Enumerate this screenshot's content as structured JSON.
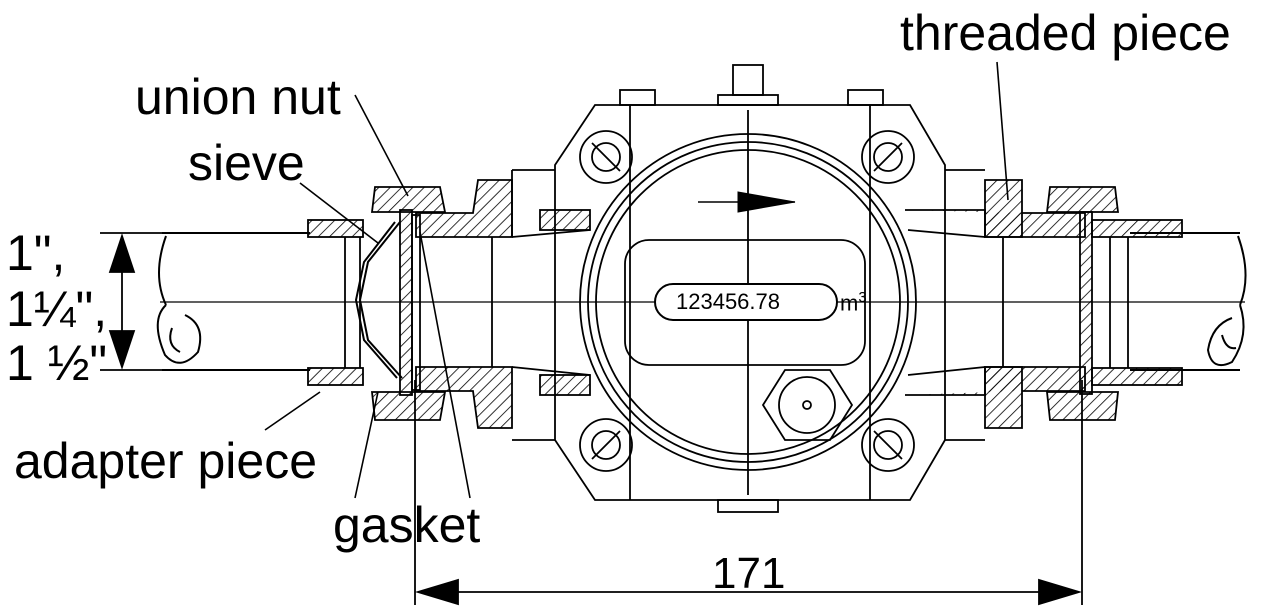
{
  "labels": {
    "threaded_piece": "threaded piece",
    "union_nut": "union nut",
    "sieve": "sieve",
    "adapter_piece": "adapter piece",
    "gasket": "gasket"
  },
  "sizes": [
    "1\",",
    "1¼\",",
    "1 ½\""
  ],
  "dimension": "171",
  "display": {
    "reading": "123456.78",
    "unit": "m",
    "unit_exp": "3"
  },
  "colors": {
    "line": "#000000",
    "background": "#ffffff"
  }
}
